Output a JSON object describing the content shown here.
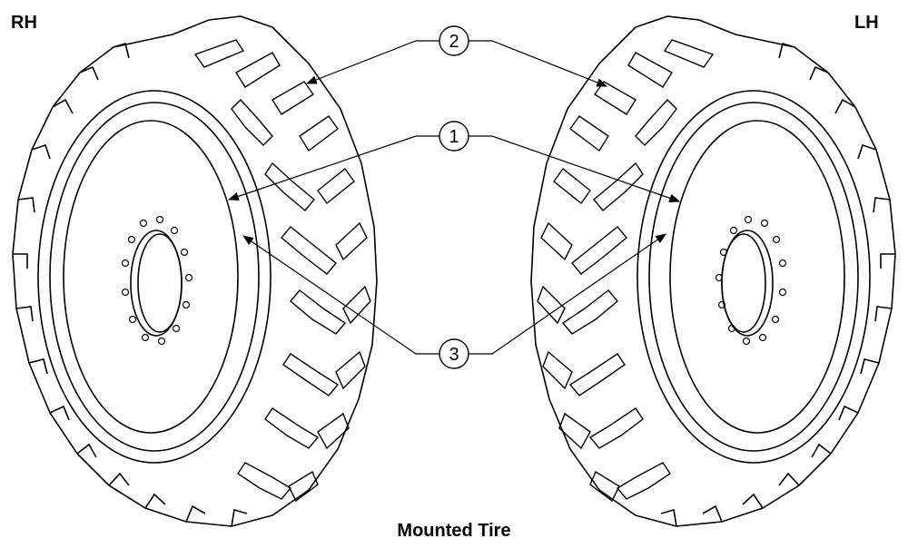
{
  "labels": {
    "right_hand": "RH",
    "left_hand": "LH"
  },
  "caption": "Mounted Tire",
  "callouts": [
    {
      "id": "callout-2",
      "number": "2"
    },
    {
      "id": "callout-1",
      "number": "1"
    },
    {
      "id": "callout-3",
      "number": "3"
    }
  ],
  "colors": {
    "line": "#000000",
    "background": "#ffffff"
  }
}
